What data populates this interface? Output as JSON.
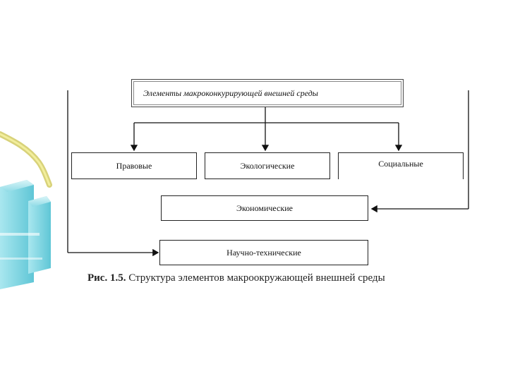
{
  "diagram": {
    "top_box": "Элементы макроконкурирующей внешней среды",
    "boxes": {
      "legal": "Правовые",
      "ecological": "Экологические",
      "social": "Социальные",
      "economic": "Экономические",
      "sci_tech": "Научно-технические"
    }
  },
  "caption": {
    "label": "Рис. 1.5.",
    "text": "Структура элементов макроокружающей внешней среды"
  },
  "colors": {
    "line": "#111111",
    "decor_cyan": "#6fd3e0",
    "decor_yellow": "#e8e079"
  }
}
